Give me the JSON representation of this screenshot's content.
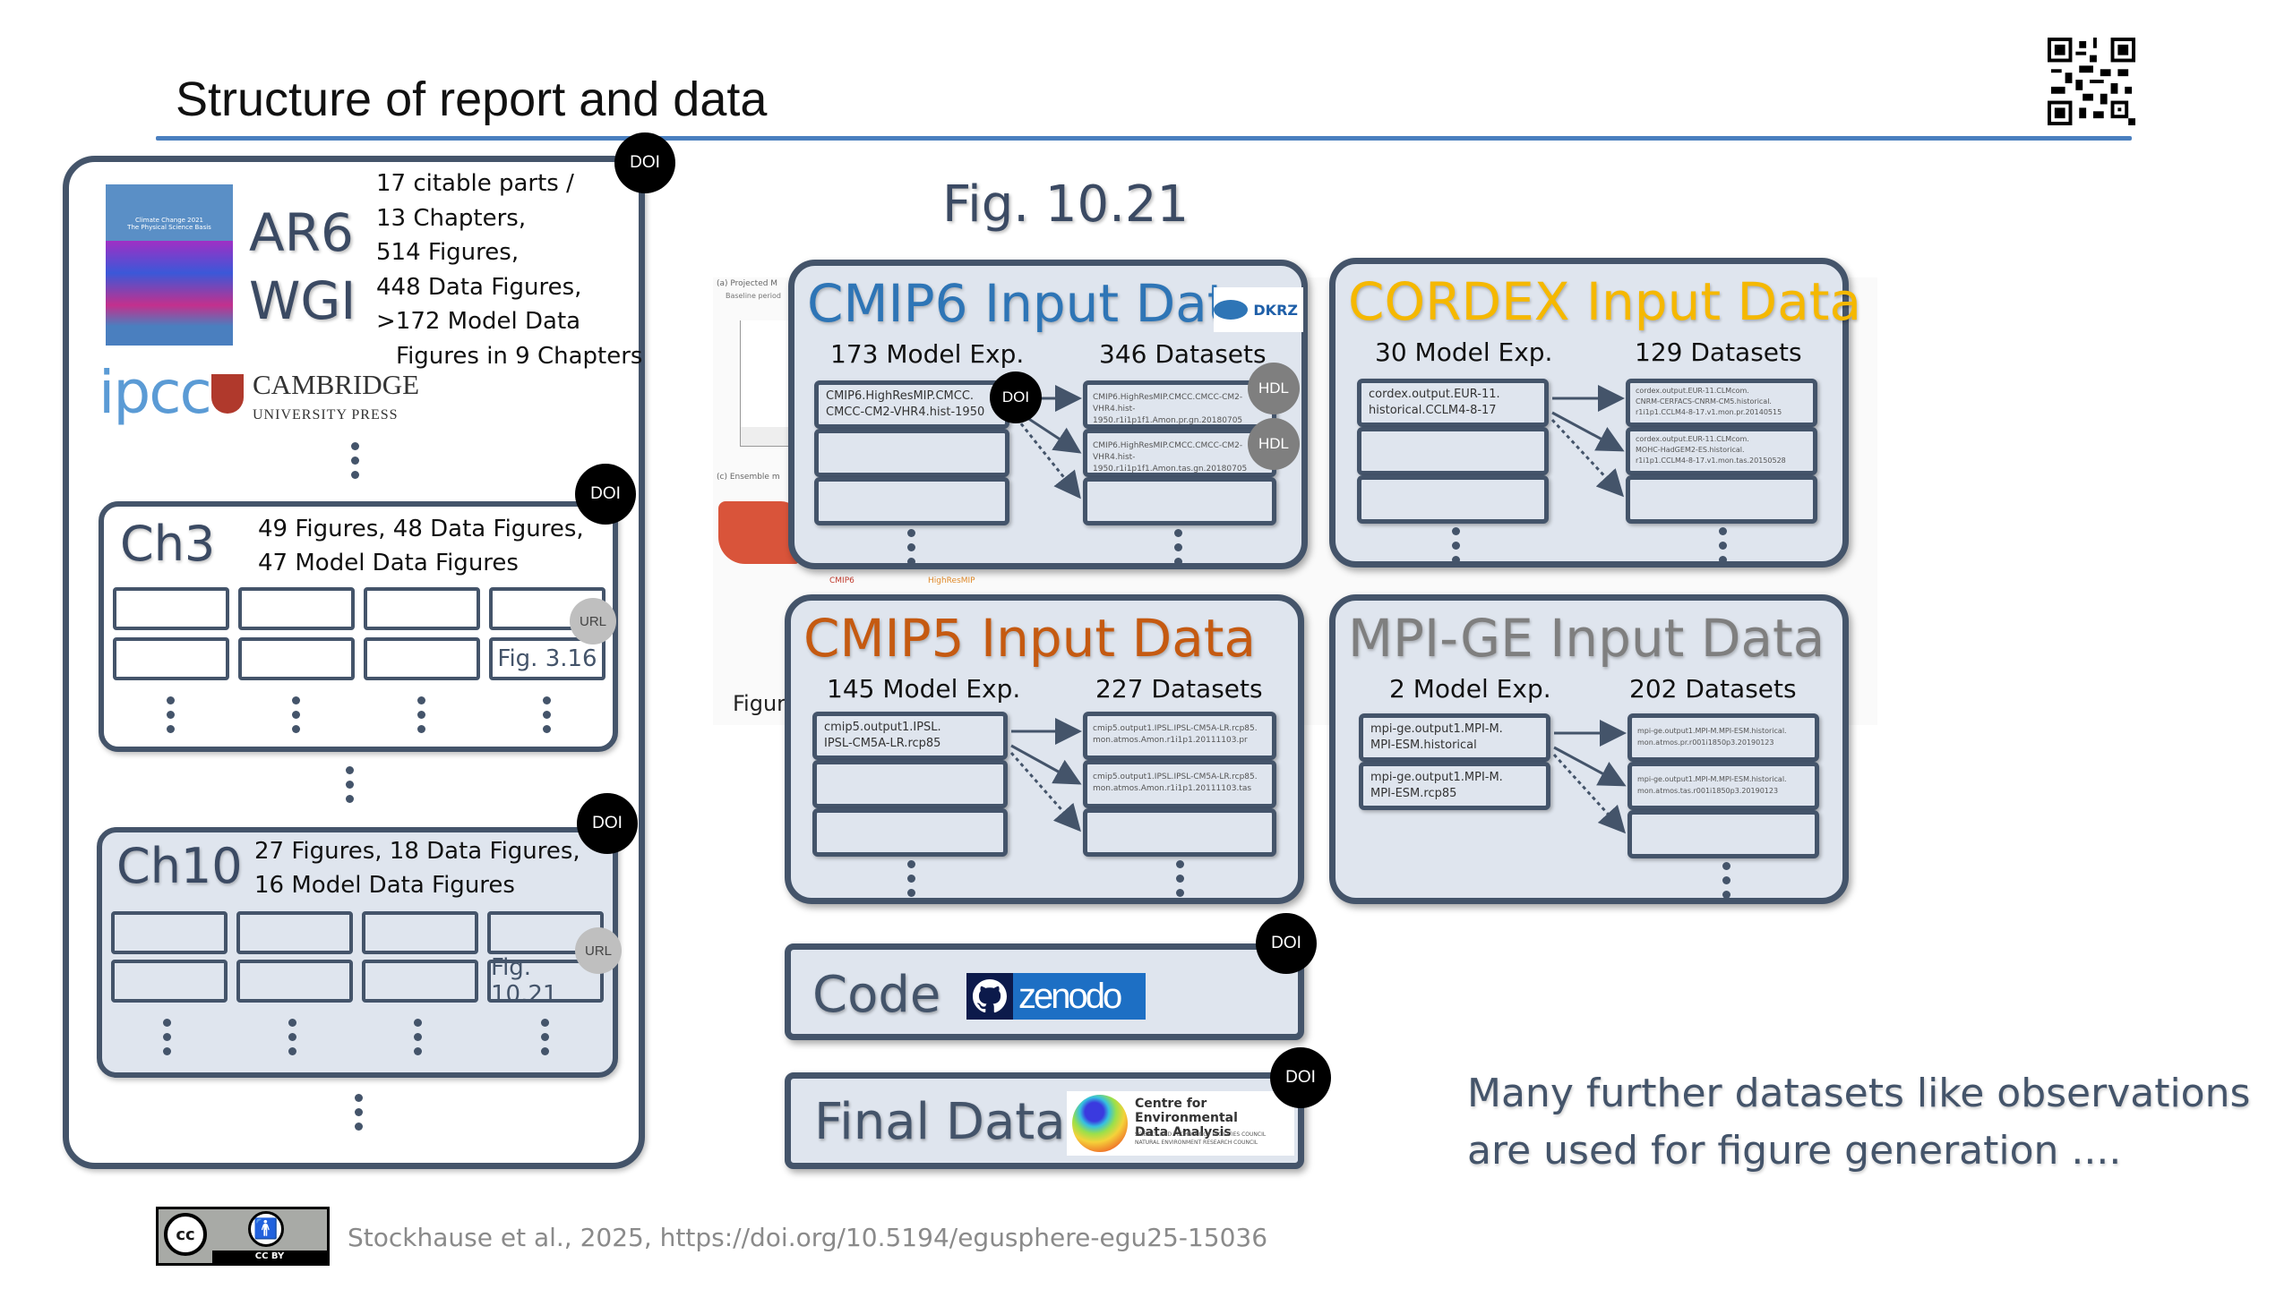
{
  "slide": {
    "title": "Structure of report and data",
    "accent_color": "#4a7fbf",
    "frame_color": "#44546a"
  },
  "qr_code": {
    "icon": "qr-code-icon"
  },
  "report": {
    "cover_title": "Climate Change 2021",
    "cover_subtitle": "The Physical Science Basis",
    "name_line1": "AR6",
    "name_line2": "WGI",
    "stats": [
      "17 citable parts /",
      "13 Chapters,",
      "514 Figures,",
      "448 Data Figures,",
      ">172 Model Data",
      "Figures in 9 Chapters"
    ],
    "doi_label": "DOI",
    "ipcc_logo": "ipcc",
    "publisher_line1": "CAMBRIDGE",
    "publisher_line2": "UNIVERSITY PRESS"
  },
  "chapters": [
    {
      "name": "Ch3",
      "stats_line1": "49 Figures,  48 Data Figures,",
      "stats_line2": "47 Model Data Figures",
      "doi_label": "DOI",
      "url_label": "URL",
      "figure_label": "Fig. 3.16",
      "highlight_color": "#ffffff"
    },
    {
      "name": "Ch10",
      "stats_line1": "27 Figures, 18 Data Figures,",
      "stats_line2": "16 Model Data Figures",
      "doi_label": "DOI",
      "url_label": "URL",
      "figure_label": "Fig. 10.21",
      "highlight_color": "#dfe5ee"
    }
  ],
  "figure": {
    "title": "Fig. 10.21",
    "background_snippets": [
      "(a) Projected M",
      "Baseline period",
      "(c) Ensemble m",
      "Figur",
      "CMIP6",
      "HighResMIP"
    ]
  },
  "data_boxes": {
    "cmip6": {
      "title": "CMIP6 Input Data",
      "title_color": "#2e75b6",
      "logo": "DKRZ",
      "model_count": "173 Model Exp.",
      "dataset_count": "346 Datasets",
      "model_entries": [
        "CMIP6.HighResMIP.CMCC.\nCMCC-CM2-VHR4.hist-1950",
        "",
        ""
      ],
      "dataset_entries": [
        "CMIP6.HighResMIP.CMCC.CMCC-CM2-VHR4.hist-1950.r1i1p1f1.Amon.pr.gn.20180705",
        "CMIP6.HighResMIP.CMCC.CMCC-CM2-VHR4.hist-1950.r1i1p1f1.Amon.tas.gn.20180705",
        ""
      ],
      "doi_label": "DOI",
      "hdl_label": "HDL"
    },
    "cordex": {
      "title": "CORDEX Input Data",
      "title_color": "#f5b800",
      "model_count": "30 Model Exp.",
      "dataset_count": "129 Datasets",
      "model_entries": [
        "cordex.output.EUR-11.\nhistorical.CCLM4-8-17",
        "",
        ""
      ],
      "dataset_entries": [
        "cordex.output.EUR-11.CLMcom.\nCNRM-CERFACS-CNRM-CM5.historical.\nr1i1p1.CCLM4-8-17.v1.mon.pr.20140515",
        "cordex.output.EUR-11.CLMcom.\nMOHC-HadGEM2-ES.historical.\nr1i1p1.CCLM4-8-17.v1.mon.tas.20150528",
        ""
      ]
    },
    "cmip5": {
      "title": "CMIP5 Input Data",
      "title_color": "#c55a11",
      "model_count": "145 Model Exp.",
      "dataset_count": "227 Datasets",
      "model_entries": [
        "cmip5.output1.IPSL.\nIPSL-CM5A-LR.rcp85",
        "",
        ""
      ],
      "dataset_entries": [
        "cmip5.output1.IPSL.IPSL-CM5A-LR.rcp85.\nmon.atmos.Amon.r1i1p1.20111103.pr",
        "cmip5.output1.IPSL.IPSL-CM5A-LR.rcp85.\nmon.atmos.Amon.r1i1p1.20111103.tas",
        ""
      ]
    },
    "mpige": {
      "title": "MPI-GE Input Data",
      "title_color": "#7f7f7f",
      "model_count": "2 Model Exp.",
      "dataset_count": "202 Datasets",
      "model_entries": [
        "mpi-ge.output1.MPI-M.\nMPI-ESM.historical",
        "mpi-ge.output1.MPI-M.\nMPI-ESM.rcp85"
      ],
      "dataset_entries": [
        "mpi-ge.output1.MPI-M.MPI-ESM.historical.\nmon.atmos.pr.r001i1850p3.20190123",
        "mpi-ge.output1.MPI-M.MPI-ESM.historical.\nmon.atmos.tas.r001i1850p3.20190123",
        ""
      ]
    }
  },
  "code_box": {
    "label": "Code",
    "logo_text": "zenodo",
    "doi_label": "DOI"
  },
  "final_box": {
    "label": "Final Data",
    "logo_line1": "Centre for Environmental",
    "logo_line2": "Data Analysis",
    "logo_small1": "SCIENCE AND TECHNOLOGY FACILITIES COUNCIL",
    "logo_small2": "NATURAL ENVIRONMENT RESEARCH COUNCIL",
    "doi_label": "DOI"
  },
  "note": {
    "line1": "Many further datasets like observations",
    "line2": "are used for figure generation ...."
  },
  "footer": {
    "license": "CC BY",
    "citation": "Stockhause et al., 2025, https://doi.org/10.5194/egusphere-egu25-15036"
  }
}
